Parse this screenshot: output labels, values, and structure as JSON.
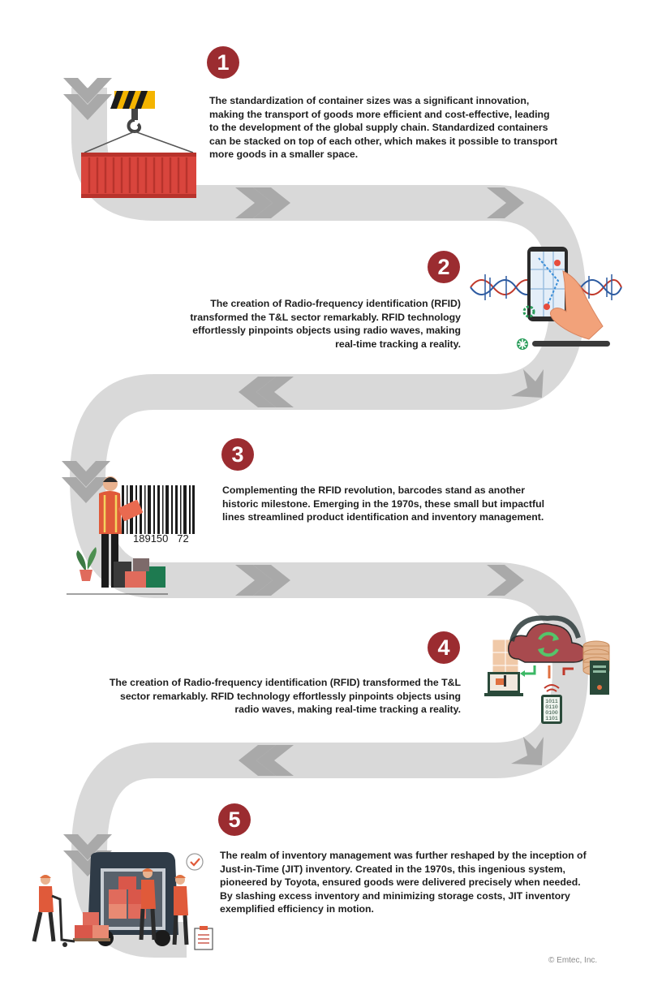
{
  "colors": {
    "accent": "#9b2c30",
    "road": "#d9d9d9",
    "chevron": "#a9a9a9",
    "text": "#1e1e1e"
  },
  "steps": [
    {
      "number": "1",
      "text": "The standardization of container sizes was a significant innovation, making the transport of goods more efficient and cost-effective, leading to the development of the global supply chain. Standardized containers can be stacked on top of each other, which makes it possible to transport more goods in a smaller space.",
      "illustration": "crane-container-icon"
    },
    {
      "number": "2",
      "text": "The creation of Radio-frequency identification (RFID) transformed the T&L sector remarkably. RFID technology effortlessly pinpoints objects using radio waves, making real-time tracking a reality.",
      "illustration": "smartphone-tracking-icon"
    },
    {
      "number": "3",
      "text": "Complementing the RFID revolution, barcodes stand as another historic milestone. Emerging in the 1970s, these small but impactful lines streamlined product identification and inventory management.",
      "illustration": "barcode-scanning-icon",
      "barcode_digits": "189150   72"
    },
    {
      "number": "4",
      "text": "The creation of Radio-frequency identification (RFID) transformed the T&L sector remarkably. RFID technology effortlessly pinpoints objects using radio waves, making real-time tracking a reality.",
      "illustration": "cloud-sync-icon",
      "binary_rows": [
        "1011",
        "0110",
        "0100",
        "1101"
      ]
    },
    {
      "number": "5",
      "text": "The realm of inventory management was further reshaped by the inception of Just-in-Time (JIT) inventory. Created in the 1970s, this ingenious system, pioneered by Toyota, ensured goods were delivered precisely when needed. By slashing excess inventory and minimizing storage costs, JIT inventory exemplified efficiency in motion.",
      "illustration": "delivery-van-icon"
    }
  ],
  "footer": {
    "copyright": "© Emtec, Inc."
  }
}
